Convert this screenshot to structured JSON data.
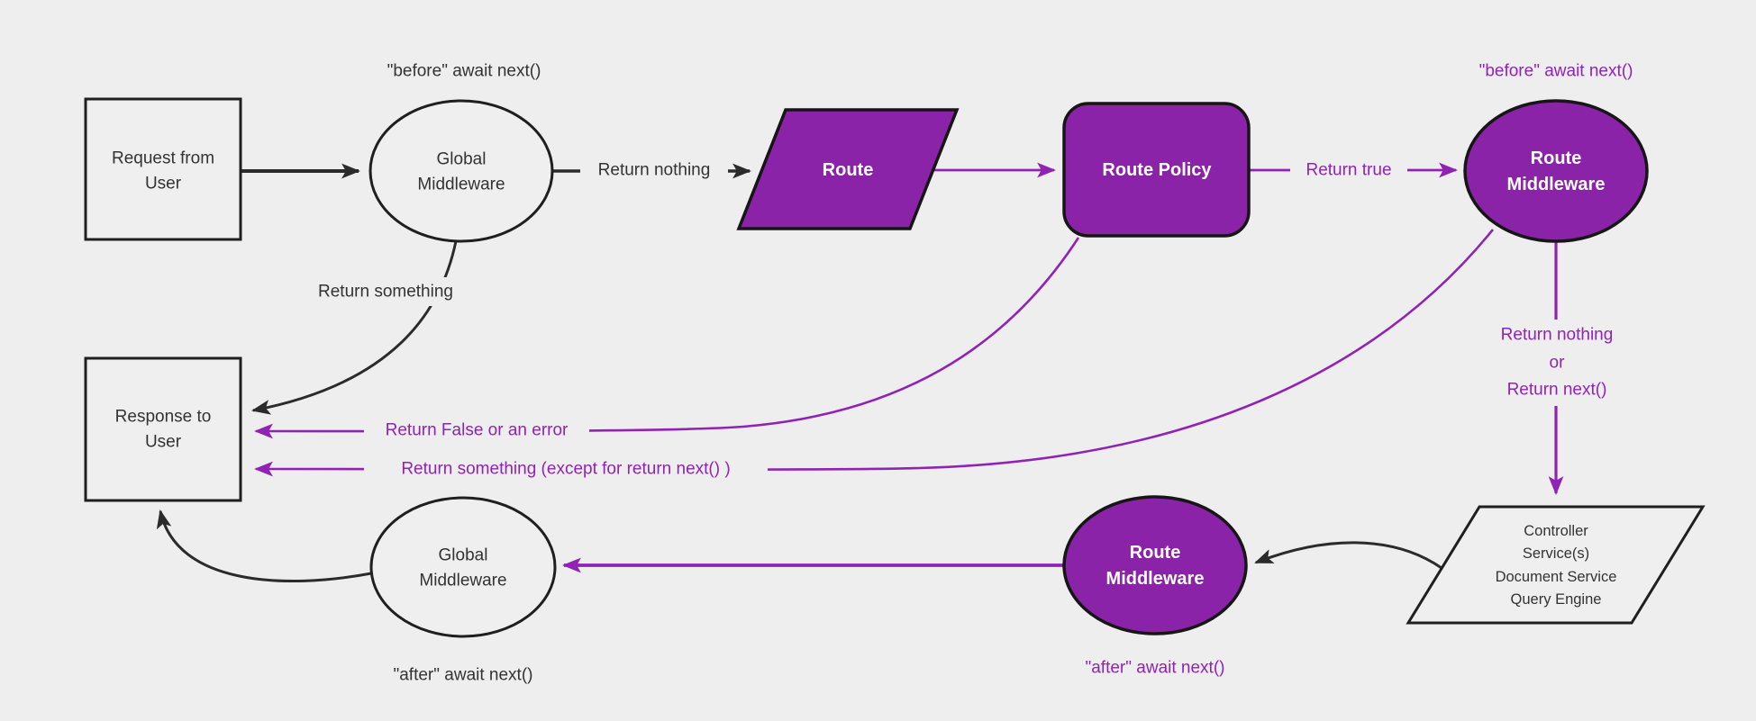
{
  "diagram": {
    "type": "flowchart",
    "description": "Request lifecycle flow through global middlewares, route, route policies, route middlewares and controllers"
  },
  "colors": {
    "background": "#eeeeee",
    "node_fill_plain": "#efefef",
    "purple_fill": "#8b23a8",
    "purple_line": "#9123b4",
    "stroke_dark": "#2b2b2b",
    "text_dark": "#333333",
    "text_light": "#ffffff"
  },
  "nodes": {
    "request": {
      "line1": "Request from",
      "line2": "User"
    },
    "global_top": {
      "line1": "Global",
      "line2": "Middleware"
    },
    "route": {
      "label": "Route"
    },
    "route_policy": {
      "label": "Route Policy"
    },
    "route_mw_top": {
      "line1": "Route",
      "line2": "Middleware"
    },
    "controller": {
      "line1": "Controller",
      "line2": "Service(s)",
      "line3": "Document Service",
      "line4": "Query Engine"
    },
    "route_mw_bottom": {
      "line1": "Route",
      "line2": "Middleware"
    },
    "global_bottom": {
      "line1": "Global",
      "line2": "Middleware"
    },
    "response": {
      "line1": "Response to",
      "line2": "User"
    }
  },
  "labels": {
    "before_top_black": "\"before\" await next()",
    "before_top_purple": "\"before\" await next()",
    "return_nothing_top": "Return nothing",
    "return_true": "Return true",
    "return_nothing_mid_1": "Return nothing",
    "return_nothing_mid_2": "or",
    "return_nothing_mid_3": "Return next()",
    "after_bottom_purple": "\"after\" await next()",
    "after_bottom_black": "\"after\" await next()",
    "return_something": "Return something",
    "return_false_error": "Return False or an error",
    "return_something_except": "Return something (except for return next() )"
  }
}
